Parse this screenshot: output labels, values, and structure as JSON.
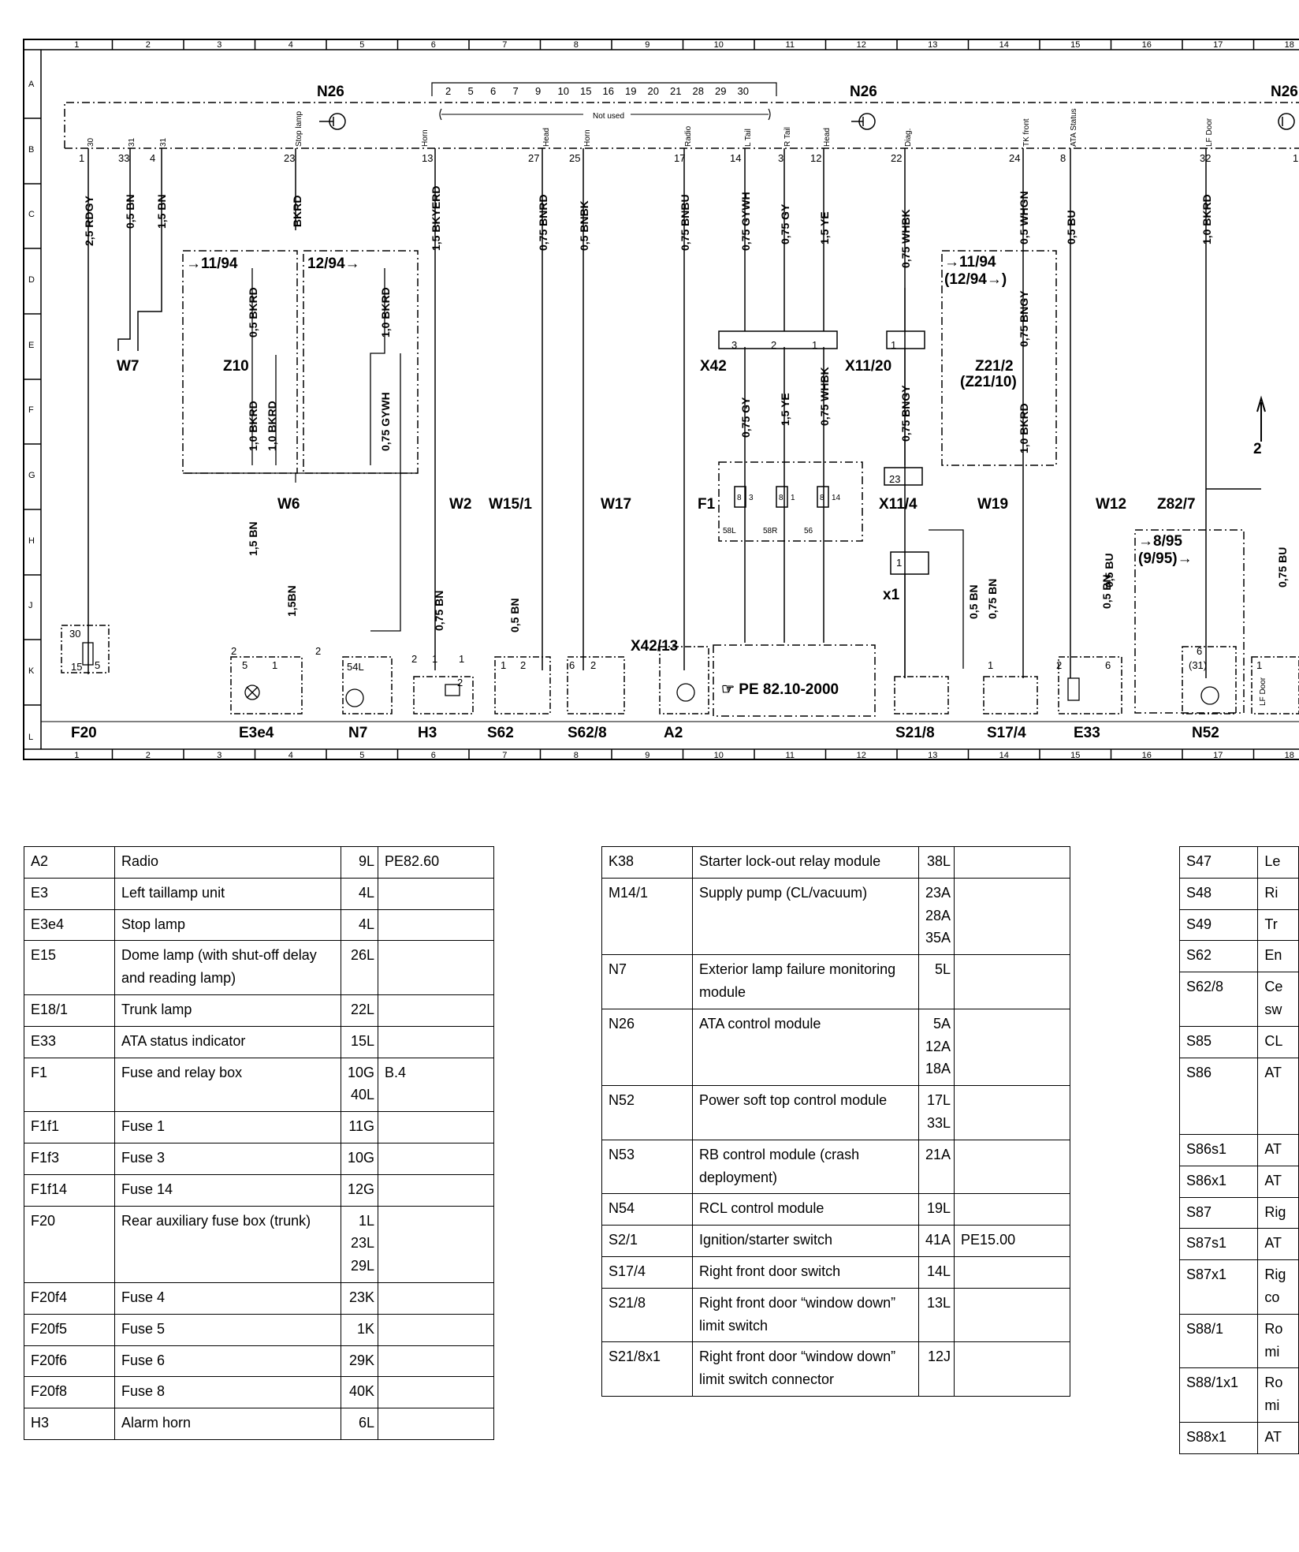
{
  "diagram": {
    "grid_columns": [
      "1",
      "2",
      "3",
      "4",
      "5",
      "6",
      "7",
      "8",
      "9",
      "10",
      "11",
      "12",
      "13",
      "14",
      "15",
      "16",
      "17",
      "18"
    ],
    "grid_rows": [
      "A",
      "B",
      "C",
      "D",
      "E",
      "F",
      "G",
      "H",
      "J",
      "K",
      "L"
    ],
    "modules": {
      "n26_left": "N26",
      "n26_mid": "N26",
      "n26_right": "N26"
    },
    "not_used_pins": [
      "2",
      "5",
      "6",
      "7",
      "9",
      "10",
      "15",
      "16",
      "19",
      "20",
      "21",
      "28",
      "29",
      "30"
    ],
    "not_used_label": "Not used",
    "pins": [
      "1",
      "33",
      "4",
      "23",
      "13",
      "27",
      "25",
      "17",
      "14",
      "3",
      "12",
      "22",
      "24",
      "8",
      "32",
      "1"
    ],
    "pin_labels": [
      "30",
      "31",
      "31",
      "Stop lamp",
      "Horn",
      "Head",
      "Horn",
      "Radio",
      "L Tail",
      "R Tail",
      "Head",
      "Diag.",
      "TK front",
      "ATA Status",
      "LF Door"
    ],
    "wires": [
      "2,5 RDGY",
      "0,5 BN",
      "1,5 BN",
      "BKRD",
      "1,5 BKYERD",
      "0,75 BNRD",
      "0,5 BNBK",
      "0,75 BNBU",
      "0,75 GYWH",
      "0,75 GY",
      "1,5 YE",
      "0,75 WHBK",
      "0,5 WHGN",
      "0,5 BU",
      "1,0 BKRD",
      "0,5 BKRD",
      "1,0 BKRD",
      "1,0 BKRD",
      "1,0 BKRD",
      "0,75 GYWH",
      "0,75 GY",
      "1,5 YE",
      "0,75 WHBK",
      "0,75 BNGY",
      "0,75 BNGY",
      "1,0 BKRD",
      "1,5 BN",
      "1,5BN",
      "0,75 BN",
      "0,5 BN",
      "0,5 BN",
      "0,75 BN",
      "0,5 BN",
      "0,5 BU",
      "0,75 BU"
    ],
    "date_labels": [
      "→11/94",
      "12/94→",
      "→11/94",
      "(12/94→)",
      "→8/95",
      "(9/95)→"
    ],
    "components": [
      "W7",
      "Z10",
      "W6",
      "W2",
      "W15/1",
      "W17",
      "X42",
      "X11/20",
      "F1",
      "X11/4",
      "Z21/2",
      "(Z21/10)",
      "W19",
      "W12",
      "Z82/7",
      "x1",
      "X42/13",
      "F20",
      "E3e4",
      "N7",
      "H3",
      "S62",
      "S62/8",
      "A2",
      "S21/8",
      "S17/4",
      "E33",
      "N52"
    ],
    "fuse_box_f1_pins": [
      "8",
      "3",
      "8",
      "1",
      "8",
      "14",
      "58L",
      "58R",
      "56"
    ],
    "ref": "☞ PE 82.10-2000",
    "arrow_label": "2",
    "connector_pins": [
      "3",
      "2",
      "1",
      "1",
      "23",
      "1",
      "30",
      "15",
      "5",
      "5",
      "2",
      "1",
      "2",
      "1",
      "2",
      "1",
      "2",
      "1",
      "2",
      "6",
      "2",
      "1",
      "2",
      "6",
      "(31)",
      "6",
      "1",
      "54L"
    ],
    "small_labels": [
      "LF Door"
    ]
  },
  "tables": [
    {
      "rows": [
        {
          "code": "A2",
          "desc": [
            "Radio"
          ],
          "loc": [
            "9L"
          ],
          "ref": "PE82.60"
        },
        {
          "code": "E3",
          "desc": [
            "Left taillamp unit"
          ],
          "loc": [
            "4L"
          ],
          "ref": ""
        },
        {
          "code": "E3e4",
          "desc": [
            "Stop lamp"
          ],
          "loc": [
            "4L"
          ],
          "ref": ""
        },
        {
          "code": "E15",
          "desc": [
            "Dome lamp (with shut-off delay",
            "and reading lamp)"
          ],
          "loc": [
            "26L"
          ],
          "ref": ""
        },
        {
          "code": "E18/1",
          "desc": [
            "Trunk lamp"
          ],
          "loc": [
            "22L"
          ],
          "ref": ""
        },
        {
          "code": "E33",
          "desc": [
            "ATA status indicator"
          ],
          "loc": [
            "15L"
          ],
          "ref": ""
        },
        {
          "code": "F1",
          "desc": [
            "Fuse and relay box"
          ],
          "loc": [
            "10G",
            "40L"
          ],
          "ref": "B.4"
        },
        {
          "code": "F1f1",
          "desc": [
            "Fuse 1"
          ],
          "loc": [
            "11G"
          ],
          "ref": ""
        },
        {
          "code": "F1f3",
          "desc": [
            "Fuse 3"
          ],
          "loc": [
            "10G"
          ],
          "ref": ""
        },
        {
          "code": "F1f14",
          "desc": [
            "Fuse 14"
          ],
          "loc": [
            "12G"
          ],
          "ref": ""
        },
        {
          "code": "F20",
          "desc": [
            "Rear auxiliary fuse box (trunk)"
          ],
          "loc": [
            "1L",
            "23L",
            "29L"
          ],
          "ref": ""
        },
        {
          "code": "F20f4",
          "desc": [
            "Fuse 4"
          ],
          "loc": [
            "23K"
          ],
          "ref": ""
        },
        {
          "code": "F20f5",
          "desc": [
            "Fuse 5"
          ],
          "loc": [
            "1K"
          ],
          "ref": ""
        },
        {
          "code": "F20f6",
          "desc": [
            "Fuse 6"
          ],
          "loc": [
            "29K"
          ],
          "ref": ""
        },
        {
          "code": "F20f8",
          "desc": [
            "Fuse 8"
          ],
          "loc": [
            "40K"
          ],
          "ref": ""
        },
        {
          "code": "H3",
          "desc": [
            "Alarm horn"
          ],
          "loc": [
            "6L"
          ],
          "ref": ""
        }
      ]
    },
    {
      "rows": [
        {
          "code": "K38",
          "desc": [
            "Starter lock-out relay module"
          ],
          "loc": [
            "38L"
          ],
          "ref": ""
        },
        {
          "code": "M14/1",
          "desc": [
            "Supply pump (CL/vacuum)"
          ],
          "loc": [
            "23A",
            "28A",
            "35A"
          ],
          "ref": ""
        },
        {
          "code": "N7",
          "desc": [
            "Exterior lamp failure monitoring",
            "module"
          ],
          "loc": [
            "5L"
          ],
          "ref": ""
        },
        {
          "code": "N26",
          "desc": [
            "ATA control module"
          ],
          "loc": [
            "5A",
            "12A",
            "18A"
          ],
          "ref": ""
        },
        {
          "code": "N52",
          "desc": [
            "Power soft top control module"
          ],
          "loc": [
            "17L",
            "33L"
          ],
          "ref": ""
        },
        {
          "code": "N53",
          "desc": [
            "RB control module (crash",
            "deployment)"
          ],
          "loc": [
            "21A"
          ],
          "ref": ""
        },
        {
          "code": "N54",
          "desc": [
            "RCL control module"
          ],
          "loc": [
            "19L"
          ],
          "ref": ""
        },
        {
          "code": "S2/1",
          "desc": [
            "Ignition/starter switch"
          ],
          "loc": [
            "41A"
          ],
          "ref": "PE15.00"
        },
        {
          "code": "S17/4",
          "desc": [
            "Right front door switch"
          ],
          "loc": [
            "14L"
          ],
          "ref": ""
        },
        {
          "code": "S21/8",
          "desc": [
            "Right front door “window down”",
            "limit switch"
          ],
          "loc": [
            "13L"
          ],
          "ref": ""
        },
        {
          "code": "S21/8x1",
          "desc": [
            "Right front door “window down”",
            "limit switch connector"
          ],
          "loc": [
            "12J"
          ],
          "ref": ""
        }
      ]
    },
    {
      "rows": [
        {
          "code": "S47",
          "desc": [
            "Le"
          ]
        },
        {
          "code": "S48",
          "desc": [
            "Ri"
          ]
        },
        {
          "code": "S49",
          "desc": [
            "Tr"
          ]
        },
        {
          "code": "S62",
          "desc": [
            "En"
          ]
        },
        {
          "code": "S62/8",
          "desc": [
            "Ce",
            "sw"
          ]
        },
        {
          "code": "S85",
          "desc": [
            "CL"
          ]
        },
        {
          "code": "S86",
          "desc": [
            "AT",
            "",
            ""
          ]
        },
        {
          "code": "S86s1",
          "desc": [
            "AT"
          ]
        },
        {
          "code": "S86x1",
          "desc": [
            "AT"
          ]
        },
        {
          "code": "S87",
          "desc": [
            "Rig"
          ]
        },
        {
          "code": "S87s1",
          "desc": [
            "AT"
          ]
        },
        {
          "code": "S87x1",
          "desc": [
            "Rig",
            "co"
          ]
        },
        {
          "code": "S88/1",
          "desc": [
            "Ro",
            "mi"
          ]
        },
        {
          "code": "S88/1x1",
          "desc": [
            "Ro",
            "mi"
          ]
        },
        {
          "code": "S88x1",
          "desc": [
            "AT"
          ]
        }
      ]
    }
  ]
}
